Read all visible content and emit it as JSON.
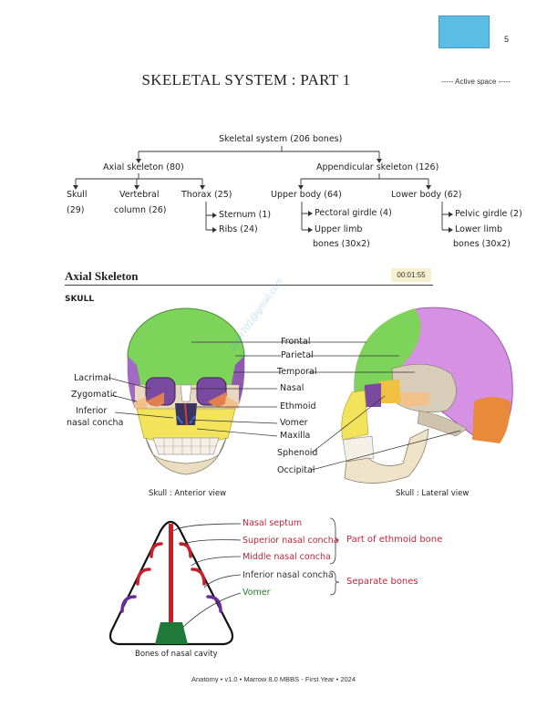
{
  "header": {
    "page_number": "5",
    "title": "SKELETAL SYSTEM : PART 1",
    "active_space": "----- Active space -----"
  },
  "tree": {
    "root": "Skeletal system (206 bones)",
    "axial": "Axial skeleton (80)",
    "appendicular": "Appendicular skeleton (126)",
    "skull": "Skull",
    "skull_count": "(29)",
    "vertebral": "Vertebral",
    "vertebral_count": "column (26)",
    "thorax": "Thorax (25)",
    "sternum": "Sternum (1)",
    "ribs": "Ribs (24)",
    "upper_body": "Upper body (64)",
    "pectoral": "Pectoral girdle (4)",
    "upper_limb": "Upper limb",
    "upper_limb_count": "bones (30x2)",
    "lower_body": "Lower body (62)",
    "pelvic": "Pelvic girdle (2)",
    "lower_limb": "Lower limb",
    "lower_limb_count": "bones (30x2)"
  },
  "section": {
    "title": "Axial Skeleton",
    "timer": "00:01:55",
    "subtitle": "SKULL"
  },
  "skull_labels": {
    "frontal": "Frontal",
    "parietal": "Parietal",
    "temporal": "Temporal",
    "nasal": "Nasal",
    "ethmoid": "Ethmoid",
    "vomer": "Vomer",
    "maxilla": "Maxilla",
    "sphenoid": "Sphenoid",
    "occipital": "Occipital",
    "lacrimal": "Lacrimal",
    "zygomatic": "Zygomatic",
    "inferior": "Inferior",
    "nasal_concha": "nasal concha",
    "anterior_caption": "Skull : Anterior view",
    "lateral_caption": "Skull : Lateral view"
  },
  "nasal_diagram": {
    "nasal_septum": "Nasal septum",
    "superior_concha": "Superior nasal concha",
    "middle_concha": "Middle nasal concha",
    "inferior_concha": "Inferior nasal concha",
    "vomer": "Vomer",
    "ethmoid_group": "Part of ethmoid bone",
    "separate_group": "Separate bones",
    "caption": "Bones of nasal cavity"
  },
  "watermark": "laser702@gmail.com",
  "footer": "Anatomy • v1.0 • Marrow 8.0 MBBS - First Year • 2024"
}
